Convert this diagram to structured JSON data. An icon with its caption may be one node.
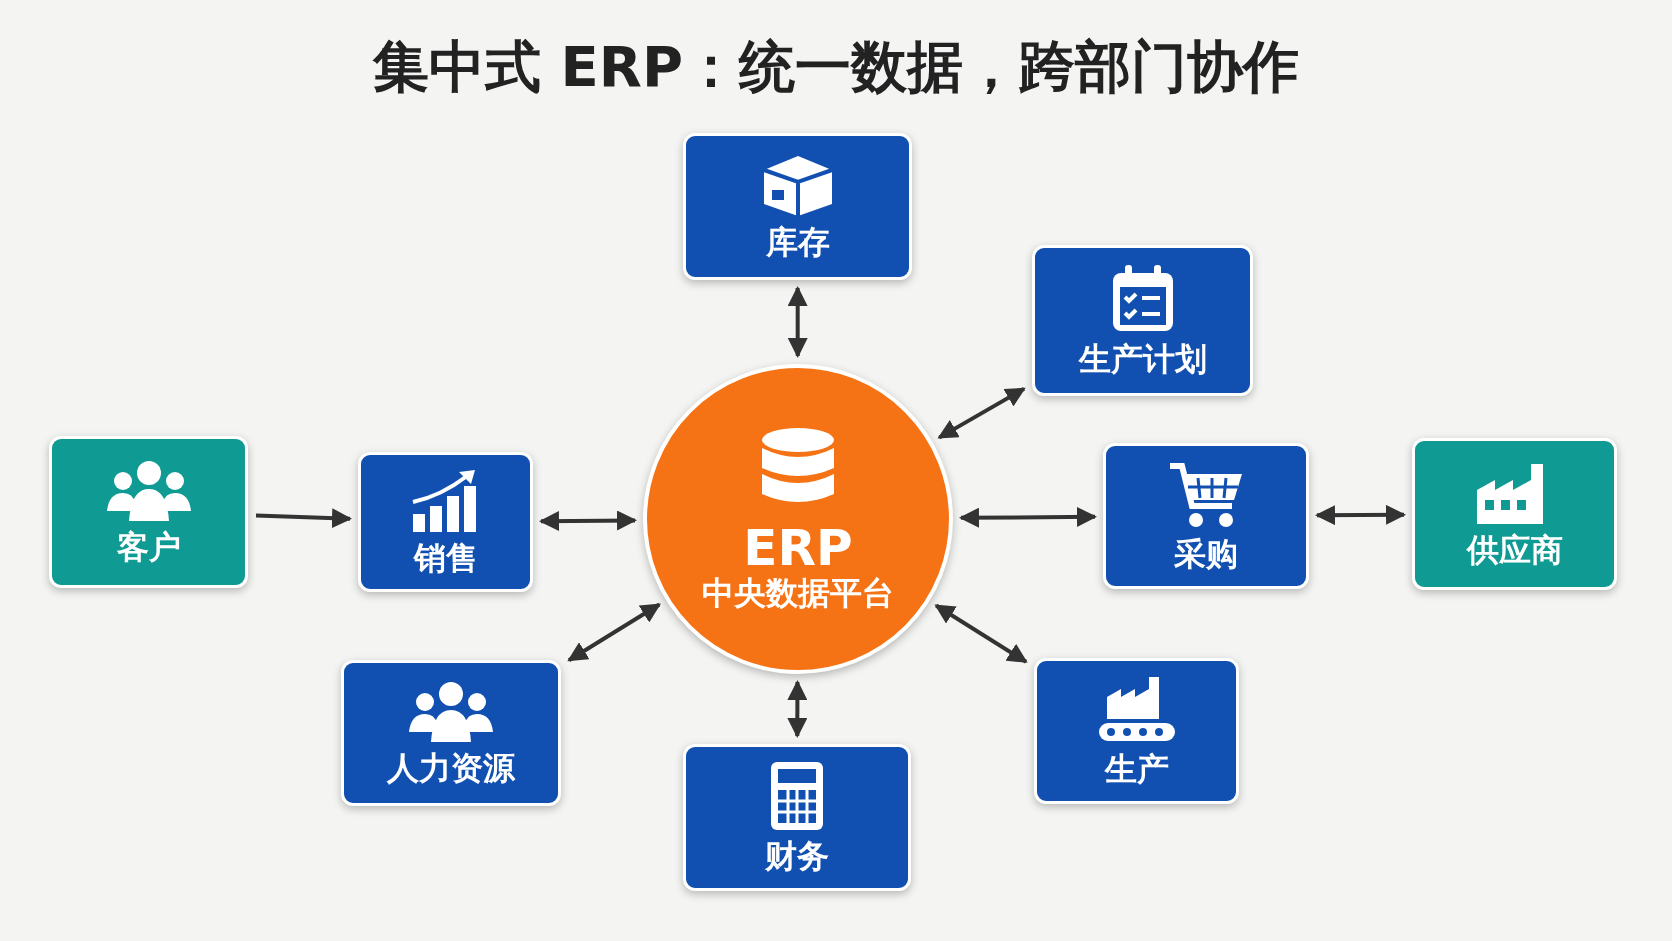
{
  "diagram": {
    "title": "集中式 ERP：统一数据，跨部门协作",
    "nodes": [
      {
        "text": [
          "库存"
        ]
      },
      {
        "text": [
          "生产计划"
        ]
      },
      {
        "text": [
          "客户"
        ]
      },
      {
        "text": [
          "销售"
        ]
      },
      {
        "text": [
          "ERP",
          "中央数据平台"
        ]
      },
      {
        "text": [
          "采购"
        ]
      },
      {
        "text": [
          "供应商"
        ]
      },
      {
        "text": [
          "人力资源"
        ]
      },
      {
        "text": [
          "财务"
        ]
      },
      {
        "text": [
          "生产"
        ]
      }
    ],
    "edges": [
      {
        "from": 2,
        "to": 3,
        "arrow": "to"
      },
      {
        "from": 3,
        "to": 4,
        "arrow": "both"
      },
      {
        "from": 0,
        "to": 4,
        "arrow": "both"
      },
      {
        "from": 1,
        "to": 4,
        "arrow": "both"
      },
      {
        "from": 5,
        "to": 4,
        "arrow": "both"
      },
      {
        "from": 5,
        "to": 6,
        "arrow": "both"
      },
      {
        "from": 7,
        "to": 4,
        "arrow": "both"
      },
      {
        "from": 8,
        "to": 4,
        "arrow": "both"
      },
      {
        "from": 9,
        "to": 4,
        "arrow": "both"
      }
    ]
  }
}
